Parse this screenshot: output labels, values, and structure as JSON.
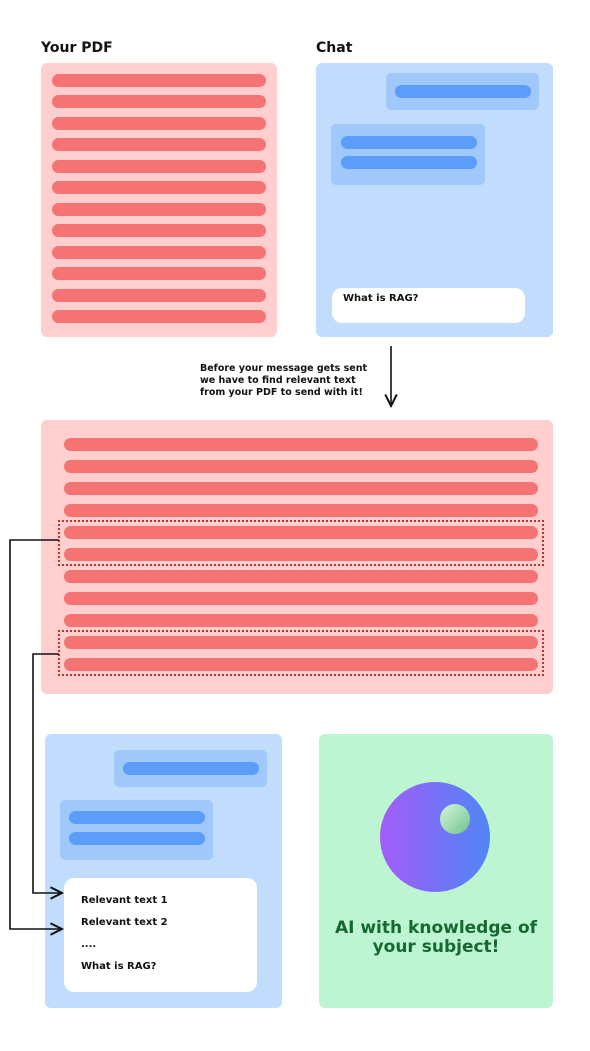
{
  "pdf_section": {
    "heading": "Your PDF"
  },
  "chat_section": {
    "heading": "Chat",
    "input_text": "What is RAG?"
  },
  "caption": {
    "line1": "Before your message gets sent",
    "line2": "we have to find relevant text",
    "line3": "from your PDF to send with it!"
  },
  "final_chat": {
    "lines": [
      "Relevant text 1",
      "Relevant text 2",
      "....",
      "What is RAG?"
    ]
  },
  "ai_panel": {
    "line1": "AI with knowledge of",
    "line2": "your subject!"
  },
  "colors": {
    "pdf_background": "#ffcfcf",
    "pdf_line": "#f57373",
    "chat_background": "#c2dcfd",
    "chat_bubble": "#a0c8fb",
    "chat_line": "#5b9df8",
    "ai_background": "#bdf5d3",
    "ai_text": "#15692f",
    "highlight_border": "#c0322f"
  }
}
